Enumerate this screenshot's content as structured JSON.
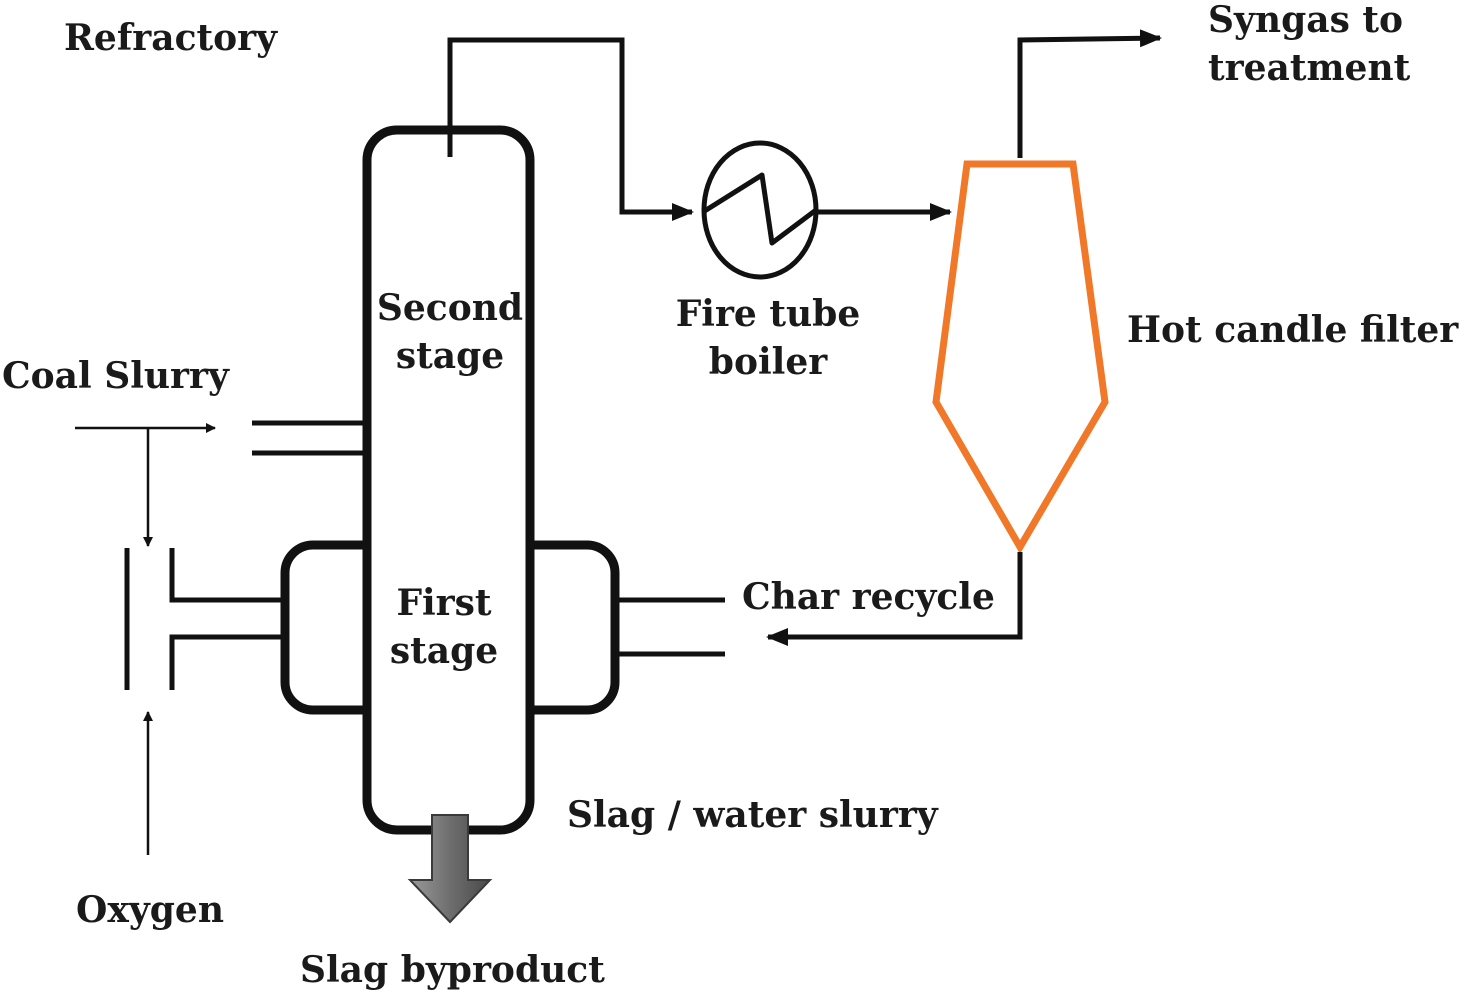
{
  "labels": {
    "refractory": "Refractory",
    "syngas_line1": "Syngas to",
    "syngas_line2": "treatment",
    "second_stage_line1": "Second",
    "second_stage_line2": "stage",
    "fire_tube_line1": "Fire tube",
    "fire_tube_line2": "boiler",
    "hot_candle_filter": "Hot candle filter",
    "coal_slurry": "Coal Slurry",
    "first_stage_line1": "First",
    "first_stage_line2": "stage",
    "char_recycle": "Char recycle",
    "slag_water_slurry": "Slag / water slurry",
    "oxygen": "Oxygen",
    "slag_byproduct": "Slag byproduct"
  },
  "colors": {
    "line": "#111111",
    "filter": "#f07828",
    "slag_arrow": "#7a7a7a"
  },
  "icons": {
    "boiler": "boiler-coil-icon",
    "filter": "candle-filter-icon",
    "slag_arrow": "down-arrow-icon"
  }
}
